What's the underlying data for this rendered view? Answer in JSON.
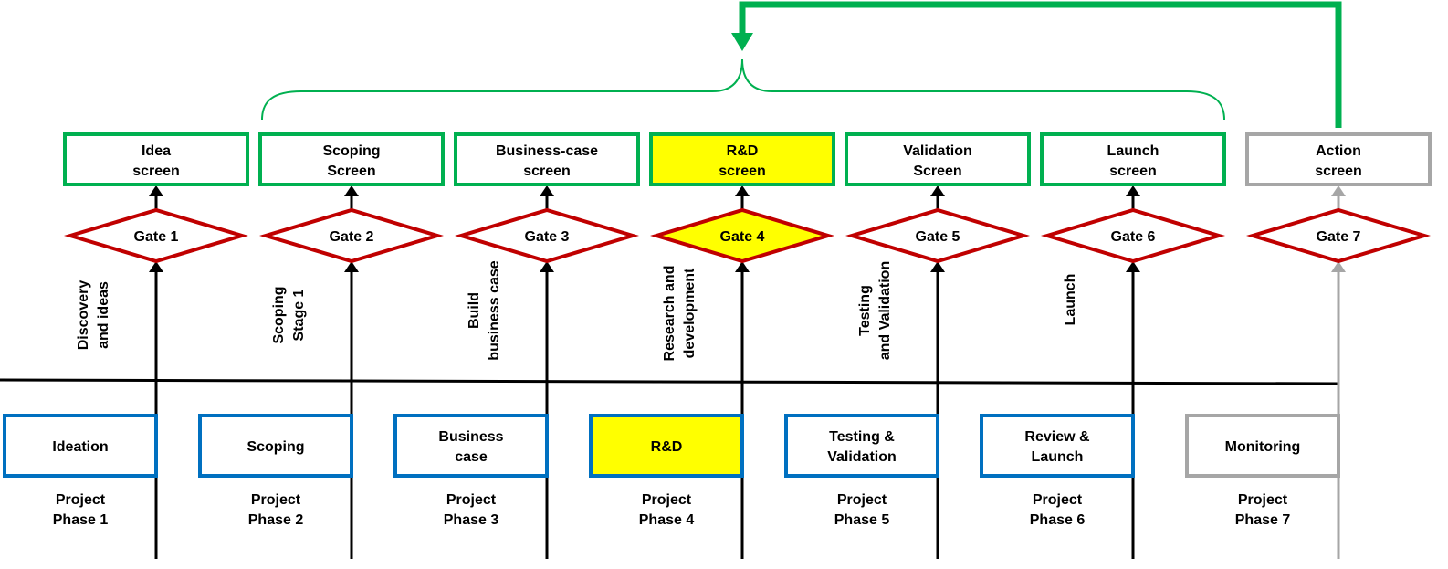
{
  "colors": {
    "screen_border": "#00B050",
    "gate_border": "#C00000",
    "phase_border": "#0070C0",
    "highlight_fill": "#FFFF00",
    "inactive": "#A6A6A6",
    "feedback_arrow": "#00B050",
    "line": "#000000"
  },
  "columns": [
    {
      "screen": [
        "Idea",
        "screen"
      ],
      "gate": "Gate 1",
      "stage": [
        "Discovery",
        "and ideas"
      ],
      "phase": [
        "Ideation"
      ],
      "project": [
        "Project",
        "Phase 1"
      ],
      "highlight": false,
      "inactive": false
    },
    {
      "screen": [
        "Scoping",
        "Screen"
      ],
      "gate": "Gate 2",
      "stage": [
        "Scoping",
        "Stage 1"
      ],
      "phase": [
        "Scoping"
      ],
      "project": [
        "Project",
        "Phase 2"
      ],
      "highlight": false,
      "inactive": false
    },
    {
      "screen": [
        "Business-case",
        "screen"
      ],
      "gate": "Gate 3",
      "stage": [
        "Build",
        "business case"
      ],
      "phase": [
        "Business",
        "case"
      ],
      "project": [
        "Project",
        "Phase 3"
      ],
      "highlight": false,
      "inactive": false
    },
    {
      "screen": [
        "R&D",
        "screen"
      ],
      "gate": "Gate 4",
      "stage": [
        "Research and",
        "development"
      ],
      "phase": [
        "R&D"
      ],
      "project": [
        "Project",
        "Phase 4"
      ],
      "highlight": true,
      "inactive": false
    },
    {
      "screen": [
        "Validation",
        "Screen"
      ],
      "gate": "Gate 5",
      "stage": [
        "Testing",
        "and Validation"
      ],
      "phase": [
        "Testing &",
        "Validation"
      ],
      "project": [
        "Project",
        "Phase 5"
      ],
      "highlight": false,
      "inactive": false
    },
    {
      "screen": [
        "Launch",
        "screen"
      ],
      "gate": "Gate 6",
      "stage": [
        "Launch"
      ],
      "phase": [
        "Review &",
        "Launch"
      ],
      "project": [
        "Project",
        "Phase 6"
      ],
      "highlight": false,
      "inactive": false
    },
    {
      "screen": [
        "Action",
        "screen"
      ],
      "gate": "Gate 7",
      "stage": [],
      "phase": [
        "Monitoring"
      ],
      "project": [
        "Project",
        "Phase 7"
      ],
      "highlight": false,
      "inactive": true
    }
  ]
}
